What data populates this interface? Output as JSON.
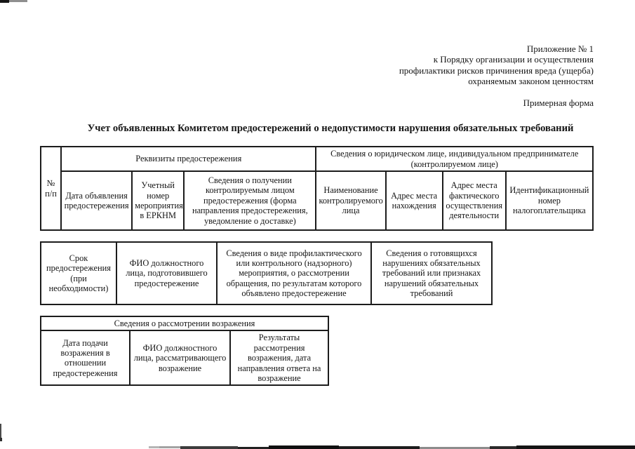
{
  "colors": {
    "paper": "#ffffff",
    "ink": "#161616",
    "border": "#1c1c1c"
  },
  "header": {
    "lines": [
      "Приложение № 1",
      "к Порядку организации и осуществления",
      "профилактики рисков причинения вреда (ущерба)",
      "охраняемым законом ценностям"
    ],
    "form_note": "Примерная форма"
  },
  "title": "Учет объявленных Комитетом предостережений о недопустимости нарушения обязательных требований",
  "tables": {
    "registry": {
      "corner": "№ п/п",
      "group_requisites": "Реквизиты предостережения",
      "group_entity": "Сведения о юридическом лице, индивидуальном предпринимателе (контролируемом лице)",
      "columns": [
        "Дата объявления предостережения",
        "Учетный номер мероприятия в ЕРКНМ",
        "Сведения о получении контролируемым лицом предостережения (форма направления предостережения, уведомление о доставке)",
        "Наименование контролируемого лица",
        "Адрес места нахождения",
        "Адрес места фактического осуществления деятельности",
        "Идентификационный номер налогоплательщика"
      ]
    },
    "details": {
      "columns": [
        "Срок предостережения (при необходимости)",
        "ФИО должностного лица, подготовившего предостережение",
        "Сведения о виде профилактического или контрольного (надзорного) мероприятия, о рассмотрении обращения, по результатам которого объявлено предостережение",
        "Сведения о готовящихся нарушениях обязательных требований или признаках нарушений обязательных требований"
      ]
    },
    "objection": {
      "group": "Сведения о рассмотрении возражения",
      "columns": [
        "Дата подачи возражения в отношении предостережения",
        "ФИО должностного лица, рассматривающего возражение",
        "Результаты рассмотрения возражения, дата направления ответа на возражение"
      ]
    }
  }
}
